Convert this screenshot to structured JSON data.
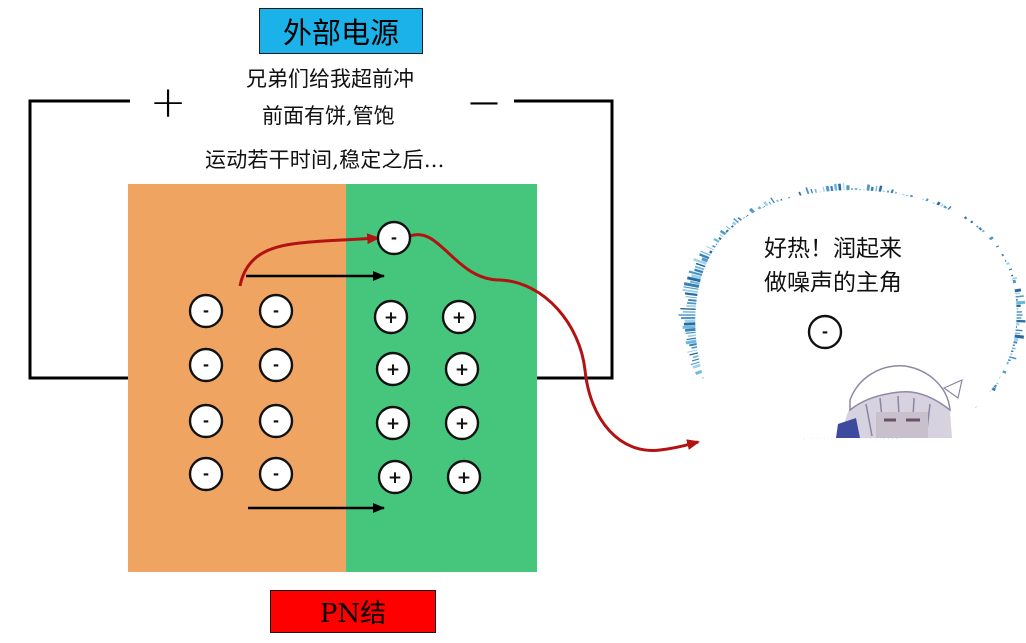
{
  "diagram": {
    "title": "外部电源",
    "junction_label": "PN结",
    "caption_line1": "兄弟们给我超前冲",
    "caption_line2": "前面有饼,管饱",
    "caption_line3": "运动若干时间,稳定之后...",
    "terminal_positive": "+",
    "terminal_negative": "—",
    "speech_line1": "好热！润起来",
    "speech_line2": "做噪声的主角",
    "charge_negative": "-",
    "charge_positive": "+",
    "colors": {
      "p_region": "#f0a462",
      "n_region": "#46c67d",
      "title_bg": "#1ab2e8",
      "pn_label_bg": "#ff0000",
      "path_arrow": "#b31212"
    }
  }
}
